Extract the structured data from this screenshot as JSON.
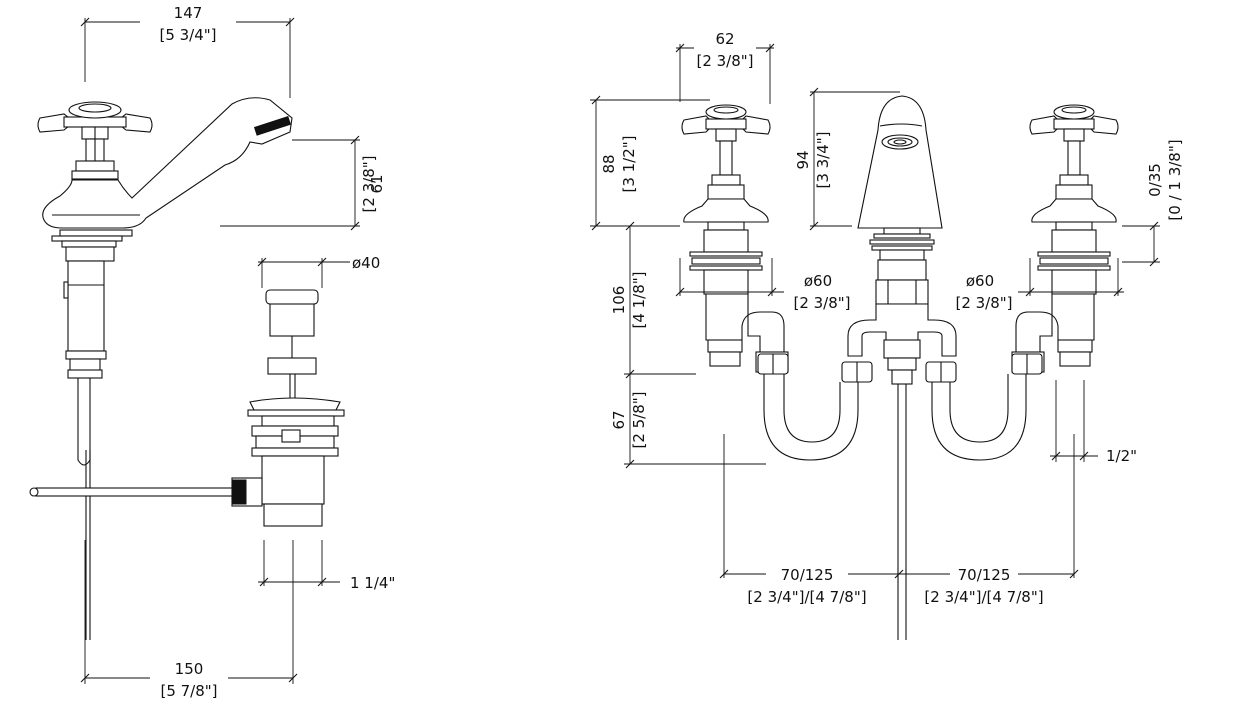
{
  "single_hole_view": {
    "dim_width_top": "147",
    "dim_width_top_in": "[5 3/4\"]",
    "dim_spout_height": "61",
    "dim_spout_height_in": "[2 3/8\"]",
    "dim_pop_up_dia": "ø40",
    "dim_waste_thread": "1 1/4\"",
    "dim_width_bottom": "150",
    "dim_width_bottom_in": "[5 7/8\"]"
  },
  "widespread_view": {
    "dim_handle_width": "62",
    "dim_handle_width_in": "[2 3/8\"]",
    "dim_handle_height": "88",
    "dim_handle_height_in": "[3 1/2\"]",
    "dim_spout_height": "94",
    "dim_spout_height_in": "[3 3/4\"]",
    "dim_deck_range": "0/35",
    "dim_deck_range_in": "[0 / 1 3/8\"]",
    "dim_shank_length": "106",
    "dim_shank_length_in": "[4 1/8\"]",
    "dim_flange_dia_left": "ø60",
    "dim_flange_dia_left_in": "[2 3/8\"]",
    "dim_flange_dia_right": "ø60",
    "dim_flange_dia_right_in": "[2 3/8\"]",
    "dim_connector_drop": "67",
    "dim_connector_drop_in": "[2 5/8\"]",
    "dim_inlet_thread": "1/2\"",
    "dim_centers_left": "70/125",
    "dim_centers_left_in": "[2 3/4\"]/[4 7/8\"]",
    "dim_centers_right": "70/125",
    "dim_centers_right_in": "[2 3/4\"]/[4 7/8\"]"
  }
}
